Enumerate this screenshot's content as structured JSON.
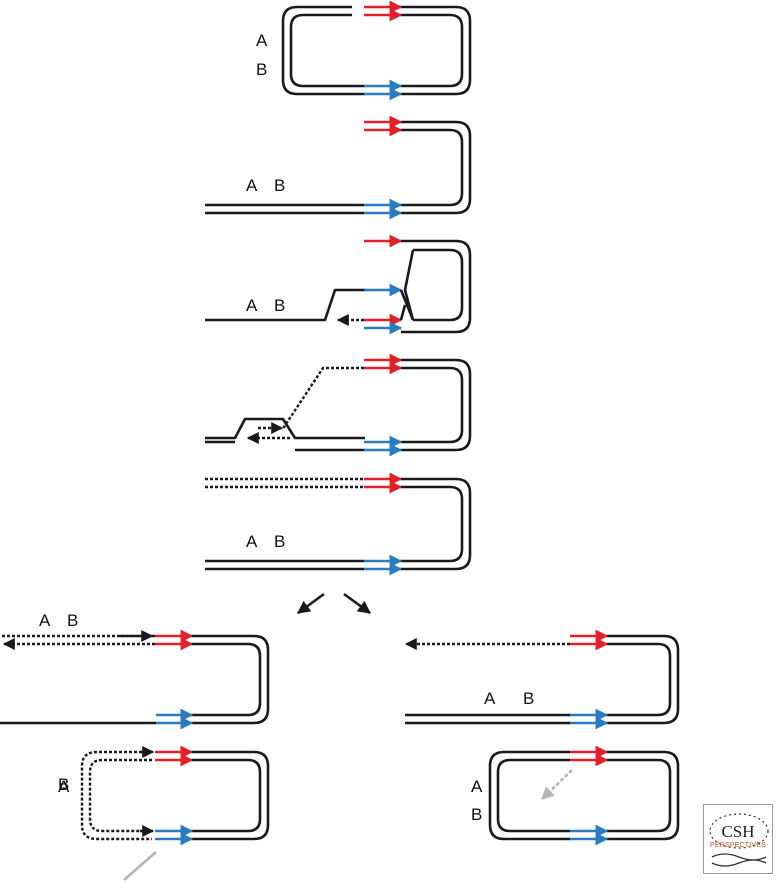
{
  "labels": {
    "a": "A",
    "b": "B"
  },
  "colors": {
    "strand": "#1a1a1a",
    "repeat_red": "#e0202a",
    "repeat_blue": "#2b7bc0",
    "nuclease_arrow": "#b5b5b5"
  },
  "logo": {
    "line1": "CSH",
    "line2": "PERSPECTIVES"
  }
}
